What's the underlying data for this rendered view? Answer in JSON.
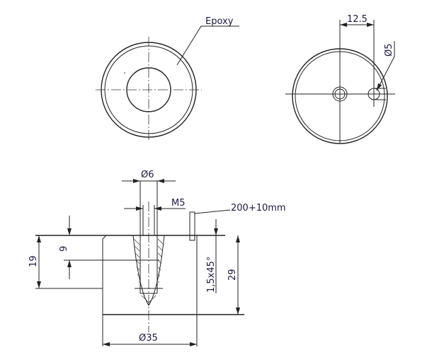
{
  "labels": {
    "epoxy": "Epoxy",
    "dim_12_5": "12.5",
    "dim_d5": "Ø5",
    "dim_d6": "Ø6",
    "dim_m5": "M5",
    "cable": "200+10mm",
    "dim_19": "19",
    "dim_9": "9",
    "dim_chamfer": "1,5x45°",
    "dim_29": "29",
    "dim_d35": "Ø35"
  }
}
